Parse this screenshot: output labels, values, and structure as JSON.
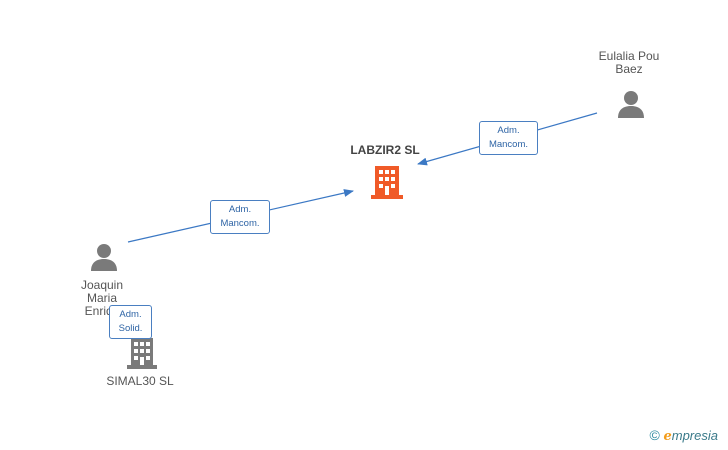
{
  "colors": {
    "edge": "#3b78c4",
    "person": "#7a7a7a",
    "company_main": "#f05a28",
    "company": "#7a7a7a"
  },
  "nodes": {
    "main_company": {
      "name": "LABZIR2 SL",
      "icon": "building-icon"
    },
    "eulalia": {
      "name_line1": "Eulalia Pou",
      "name_line2": "Baez",
      "icon": "person-icon"
    },
    "joaquin": {
      "name_line1": "Joaquin",
      "name_line2": "Maria",
      "name_line3": "Enriqu",
      "icon": "person-icon"
    },
    "simal": {
      "name": "SIMAL30 SL",
      "icon": "building-icon"
    }
  },
  "edges": {
    "eulalia_to_main": {
      "line1": "Adm.",
      "line2": "Mancom."
    },
    "joaquin_to_main": {
      "line1": "Adm.",
      "line2": "Mancom."
    },
    "joaquin_to_simal": {
      "line1": "Adm.",
      "line2": "Solid."
    }
  },
  "footer": {
    "copyright": "©",
    "brand_e": "e",
    "brand_rest": "mpresia"
  }
}
